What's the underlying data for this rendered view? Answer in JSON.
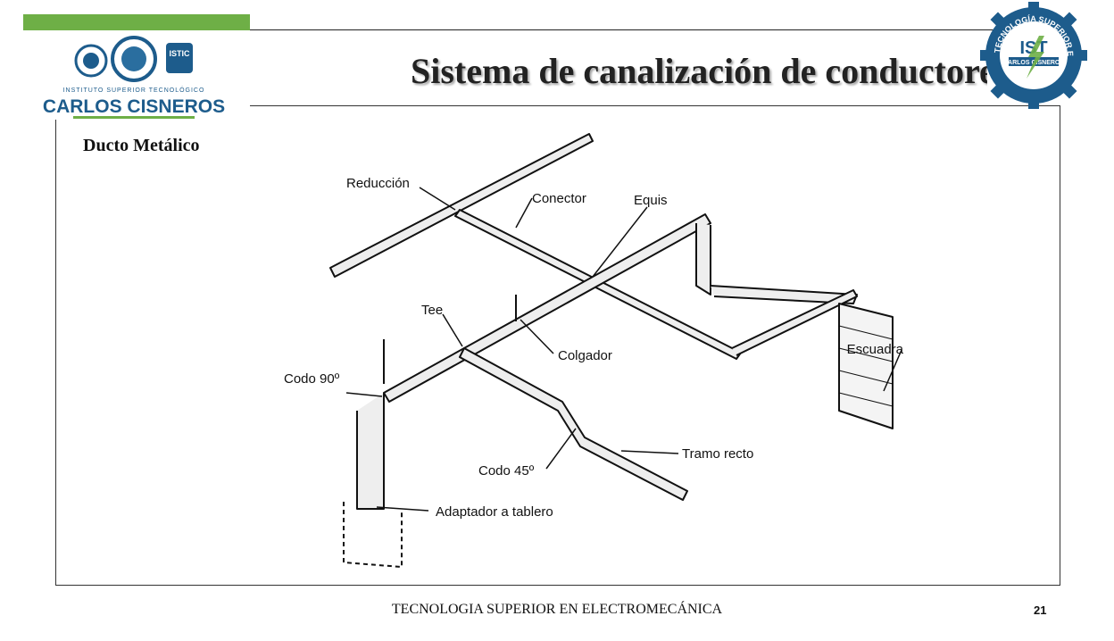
{
  "header": {
    "title": "Sistema de canalización de conductores",
    "institute_line": "INSTITUTO SUPERIOR TECNOLÓGICO",
    "institute_name": "CARLOS CISNEROS",
    "badge_text": "ISTIC",
    "accent_color": "#6eaf46",
    "brand_color": "#1d5c8c"
  },
  "right_logo": {
    "ring_text": "TECNOLOGÍA SUPERIOR EN ELECTROMECÁNICA",
    "center_text": "IST",
    "name_text": "CARLOS CISNEROS"
  },
  "slide": {
    "subtitle": "Ducto Metálico"
  },
  "diagram": {
    "labels": {
      "reduccion": "Reducción",
      "conector": "Conector",
      "equis": "Equis",
      "tee": "Tee",
      "colgador": "Colgador",
      "escuadra": "Escuadra",
      "codo90": "Codo 90º",
      "codo45": "Codo 45º",
      "tramo_recto": "Tramo recto",
      "adaptador": "Adaptador a tablero"
    }
  },
  "footer": {
    "text": "TECNOLOGIA SUPERIOR EN ELECTROMECÁNICA",
    "page_number": "21"
  }
}
